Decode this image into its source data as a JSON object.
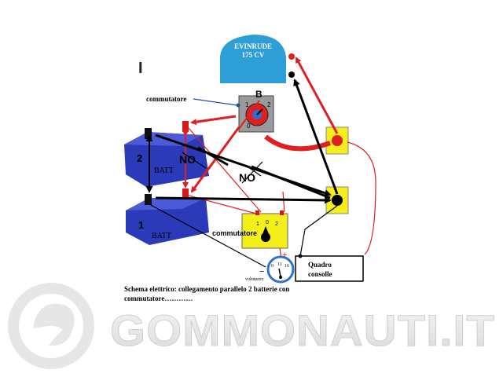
{
  "roman_numeral": "I",
  "engine": {
    "line1": "EVINRUDE",
    "line2": "175 CV"
  },
  "selector_switch": {
    "label": "commutatore",
    "top": "B",
    "left": "1",
    "right": "2",
    "bottom": "0"
  },
  "battery_2": {
    "number": "2",
    "label": "BATT"
  },
  "battery_1": {
    "number": "1",
    "label": "BATT"
  },
  "no_marks": [
    "NO",
    "NO"
  ],
  "small_switch": {
    "label": "commutatore",
    "pos1": "1",
    "pos0": "0",
    "pos2": "2"
  },
  "voltmeter": {
    "label": "voltmetro",
    "scale_left": "0",
    "scale_mid": "11",
    "scale_right": "16",
    "plus": "+",
    "minus": "−"
  },
  "console": {
    "line1": "Quadro",
    "line2": "consolle"
  },
  "caption": {
    "line1": "Schema elettrico: collegamento parallelo 2 batterie con",
    "line2": "commutatore…………"
  },
  "watermark": "GOMMONAUTI.IT",
  "colors": {
    "engine_blue": "#2e9fd6",
    "battery_blue": "#2a3ab8",
    "wire_red": "#e02020",
    "wire_black": "#000000",
    "terminal_yellow": "#f4ee1a",
    "switch_gray": "#9a9a9a"
  }
}
